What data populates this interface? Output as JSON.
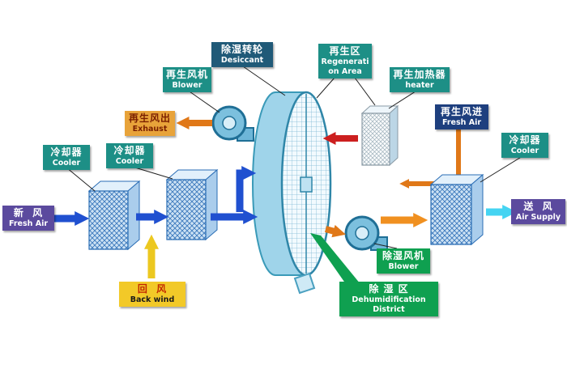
{
  "colors": {
    "teal_label": "#1d8f86",
    "slate_label": "#205a78",
    "navy_label": "#1e3f7e",
    "purple_label": "#5b4a9e",
    "orange_label": "#e8a33a",
    "yellow_label": "#f2c928",
    "green_label": "#0fa050",
    "arrow_blue": "#2050d0",
    "arrow_orange": "#e07818",
    "arrow_orange_light": "#f09020",
    "arrow_red": "#cc1f1f",
    "arrow_yellow": "#ecc820",
    "arrow_cyan": "#45d4f2",
    "wheel_fill": "#9fd4ea"
  },
  "labels": {
    "desiccant": {
      "zh": "除湿转轮",
      "en": "Desiccant"
    },
    "regen_area": {
      "zh": "再生区",
      "en1": "Regenerati",
      "en2": "on Area"
    },
    "regen_blower": {
      "zh": "再生风机",
      "en": "Blower"
    },
    "regen_heater": {
      "zh": "再生加热器",
      "en": "heater"
    },
    "regen_exhaust": {
      "zh": "再生风出",
      "en": "Exhaust"
    },
    "regen_fresh_air": {
      "zh": "再生风进",
      "en": "Fresh Air"
    },
    "cooler_left": {
      "zh": "冷却器",
      "en": "Cooler"
    },
    "cooler_mid": {
      "zh": "冷却器",
      "en": "Cooler"
    },
    "cooler_right": {
      "zh": "冷却器",
      "en": "Cooler"
    },
    "fresh_air": {
      "zh": "新  风",
      "en": "Fresh Air"
    },
    "air_supply": {
      "zh": "送  风",
      "en": "Air Supply"
    },
    "back_wind": {
      "zh": "回  风",
      "en": "Back wind"
    },
    "dehumid_blower": {
      "zh": "除湿风机",
      "en": "Blower"
    },
    "dehumid_district": {
      "zh": "除 湿 区",
      "en1": "Dehumidification",
      "en2": "District"
    }
  }
}
